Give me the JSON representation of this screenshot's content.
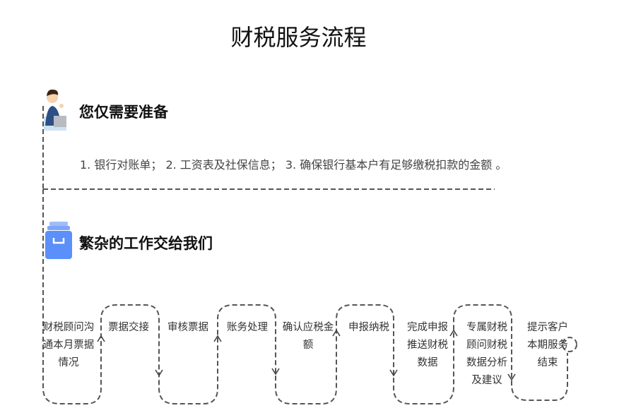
{
  "title": "财税服务流程",
  "section1": {
    "title": "您仅需要准备",
    "items": "1. 银行对账单； 2. 工资表及社保信息； 3. 确保银行基本户有足够缴税扣款的金额 。"
  },
  "section2": {
    "title": "繁杂的工作交给我们"
  },
  "steps": [
    "财税顾问沟通本月票据情况",
    "票据交接",
    "审核票据",
    "账务处理",
    "确认应税金额",
    "申报纳税",
    "完成申报推送财税数据",
    "专属财税顾问财税数据分析及建议",
    "提示客户本期服务结束"
  ],
  "colors": {
    "dash": "#555555",
    "folder": "#5b8ff9"
  }
}
